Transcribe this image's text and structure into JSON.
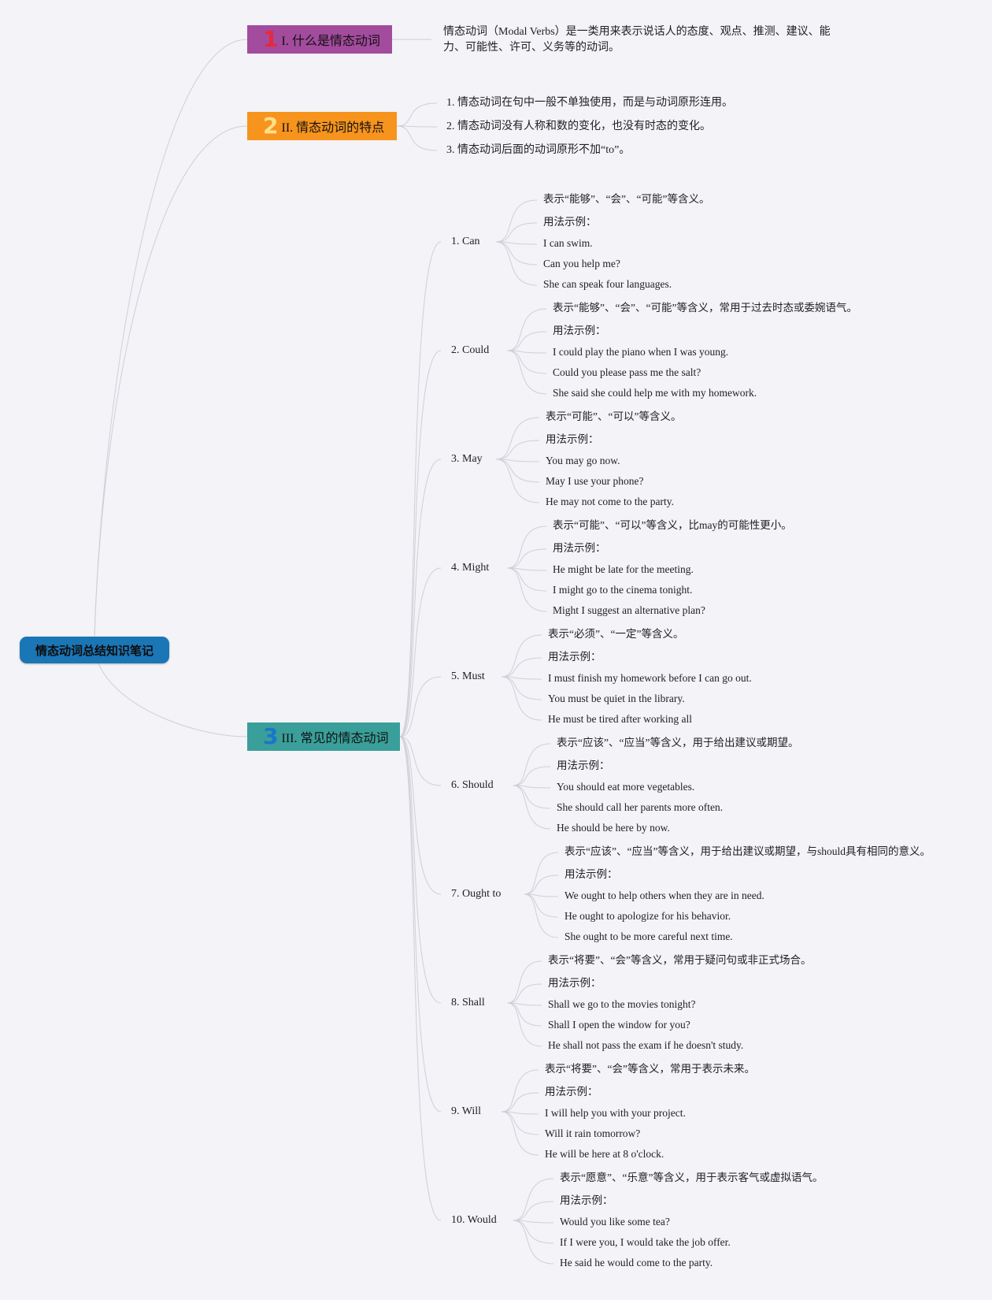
{
  "root": {
    "title": "情态动词总结知识笔记"
  },
  "section1": {
    "number": "1",
    "title": "I. 什么是情态动词",
    "desc_line1": "情态动词（Modal Verbs）是一类用来表示说话人的态度、观点、推测、建议、能",
    "desc_line2": "力、可能性、许可、义务等的动词。"
  },
  "section2": {
    "number": "2",
    "title": "II. 情态动词的特点",
    "points": [
      "1. 情态动词在句中一般不单独使用，而是与动词原形连用。",
      "2. 情态动词没有人称和数的变化，也没有时态的变化。",
      "3. 情态动词后面的动词原形不加“to”。"
    ]
  },
  "section3": {
    "number": "3",
    "title": "III. 常见的情态动词",
    "verbs": [
      {
        "label": "1. Can",
        "meaning": "表示“能够”、“会”、“可能”等含义。",
        "usage": "用法示例：",
        "examples": [
          "I can swim.",
          "Can you help me?",
          "She can speak four languages."
        ]
      },
      {
        "label": "2. Could",
        "meaning": "表示“能够”、“会”、“可能”等含义，常用于过去时态或委婉语气。",
        "usage": "用法示例：",
        "examples": [
          "I could play the piano when I was young.",
          "Could you please pass me the salt?",
          "She said she could help me with my homework."
        ]
      },
      {
        "label": "3. May",
        "meaning": "表示“可能”、“可以”等含义。",
        "usage": "用法示例：",
        "examples": [
          "You may go now.",
          "May I use your phone?",
          "He may not come to the party."
        ]
      },
      {
        "label": "4. Might",
        "meaning": "表示“可能”、“可以”等含义，比may的可能性更小。",
        "usage": "用法示例：",
        "examples": [
          "He might be late for the meeting.",
          "I might go to the cinema tonight.",
          "Might I suggest an alternative plan?"
        ]
      },
      {
        "label": "5. Must",
        "meaning": "表示“必须”、“一定”等含义。",
        "usage": "用法示例：",
        "examples": [
          "I must finish my homework before I can go out.",
          "You must be quiet in the library.",
          "He must be tired after working all"
        ]
      },
      {
        "label": "6. Should",
        "meaning": "表示“应该”、“应当”等含义，用于给出建议或期望。",
        "usage": "用法示例：",
        "examples": [
          "You should eat more vegetables.",
          "She should call her parents more often.",
          "He should be here by now."
        ]
      },
      {
        "label": "7. Ought to",
        "meaning": "表示“应该”、“应当”等含义，用于给出建议或期望，与should具有相同的意义。",
        "usage": "用法示例：",
        "examples": [
          "We ought to help others when they are in need.",
          "He ought to apologize for his behavior.",
          "She ought to be more careful next time."
        ]
      },
      {
        "label": "8. Shall",
        "meaning": "表示“将要”、“会”等含义，常用于疑问句或非正式场合。",
        "usage": "用法示例：",
        "examples": [
          "Shall we go to the movies tonight?",
          "Shall I open the window for you?",
          "He shall not pass the exam if he doesn't study."
        ]
      },
      {
        "label": "9. Will",
        "meaning": "表示“将要”、“会”等含义，常用于表示未来。",
        "usage": "用法示例：",
        "examples": [
          "I will help you with your project.",
          "Will it rain tomorrow?",
          "He will be here at 8 o'clock."
        ]
      },
      {
        "label": "10. Would",
        "meaning": "表示“愿意”、“乐意”等含义，用于表示客气或虚拟语气。",
        "usage": "用法示例：",
        "examples": [
          "Would you like some tea?",
          "If I were you, I would take the job offer.",
          "He said he would come to the party."
        ]
      }
    ]
  },
  "colors": {
    "root": "#1a76b5",
    "section1": "#a34b9d",
    "section2": "#f7941d",
    "section3": "#3a9f9a",
    "line": "#cfcfd6",
    "background": "#f3f3f8"
  }
}
